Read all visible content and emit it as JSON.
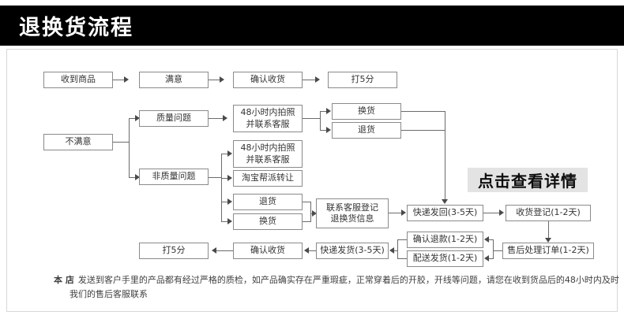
{
  "header": {
    "title": "退换货流程"
  },
  "cta": {
    "label": "点击查看详情"
  },
  "flow": {
    "receive": "收到商品",
    "satisfied": "满意",
    "confirm_receipt_1": "确认收货",
    "rate_1": "打5分",
    "unsatisfied": "不满意",
    "quality_issue": "质量问题",
    "photo_48h_a": "48小时内拍照\n并联系客服",
    "exchange_a": "换货",
    "return_a": "退货",
    "non_quality_issue": "非质量问题",
    "photo_48h_b": "48小时内拍照\n并联系客服",
    "taobao_transfer": "淘宝帮派转让",
    "return_b": "退货",
    "exchange_b": "换货",
    "register_info": "联系客服登记\n退换货信息",
    "express_back": "快递发回(3-5天)",
    "receipt_register": "收货登记(1-2天)",
    "aftersales_order": "售后处理订单(1-2天)",
    "confirm_refund": "确认退款(1-2天)",
    "dispatch_goods": "配送发货(1-2天)",
    "express_send": "快递发货(3-5天)",
    "confirm_receipt_2": "确认收货",
    "rate_2": "打5分"
  },
  "footer": {
    "store_bold": "本 店",
    "line1": "发送到客户手里的产品都有经过严格的质检，如产品确实存在严重瑕疵，正常穿着后的开胶，开线等问题，请您在收到货品后的48小时内及时",
    "line2": "我们的售后客服联系"
  }
}
